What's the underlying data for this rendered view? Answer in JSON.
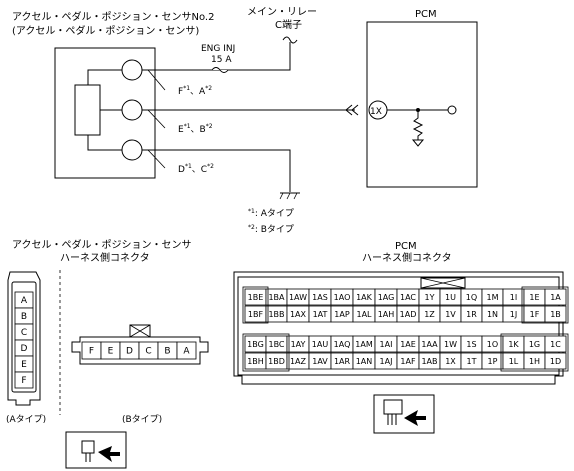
{
  "top": {
    "sensor_title1": "アクセル・ペダル・ポジション・センサNo.2",
    "sensor_title2": "(アクセル・ペダル・ポジション・センサ)",
    "relay_label1": "メイン・リレー",
    "relay_label2": "C端子",
    "fuse_label1": "ENG INJ",
    "fuse_label2": "15 A",
    "pcm_title": "PCM",
    "pcm_pin": "1X",
    "wire_f": "F",
    "wire_a": "A",
    "wire_e": "E",
    "wire_b": "B",
    "wire_d": "D",
    "wire_c": "C",
    "sup1": "*1",
    "sup2": "*2",
    "sep": "、",
    "note1": "*1: Aタイプ",
    "note2": "*2: Bタイプ"
  },
  "bottom": {
    "sensor_conn_title1": "アクセル・ペダル・ポジション・センサ",
    "sensor_conn_title2": "ハーネス側コネクタ",
    "pcm_conn_title1": "PCM",
    "pcm_conn_title2": "ハーネス側コネクタ",
    "type_a_label": "(Aタイプ)",
    "type_b_label": "(Bタイプ)",
    "type_a_pins": [
      "A",
      "B",
      "C",
      "D",
      "E",
      "F"
    ],
    "type_b_pins": [
      "F",
      "E",
      "D",
      "C",
      "B",
      "A"
    ],
    "pcm_rows": [
      [
        "1BE",
        "1BA",
        "1AW",
        "1AS",
        "1AO",
        "1AK",
        "1AG",
        "1AC",
        "1Y",
        "1U",
        "1Q",
        "1M",
        "1I",
        "1E",
        "1A"
      ],
      [
        "1BF",
        "1BB",
        "1AX",
        "1AT",
        "1AP",
        "1AL",
        "1AH",
        "1AD",
        "1Z",
        "1V",
        "1R",
        "1N",
        "1J",
        "1F",
        "1B"
      ],
      [
        "1BG",
        "1BC",
        "1AY",
        "1AU",
        "1AQ",
        "1AM",
        "1AI",
        "1AE",
        "1AA",
        "1W",
        "1S",
        "1O",
        "1K",
        "1G",
        "1C"
      ],
      [
        "1BH",
        "1BD",
        "1AZ",
        "1AV",
        "1AR",
        "1AN",
        "1AJ",
        "1AF",
        "1AB",
        "1X",
        "1T",
        "1P",
        "1L",
        "1H",
        "1D"
      ]
    ]
  }
}
